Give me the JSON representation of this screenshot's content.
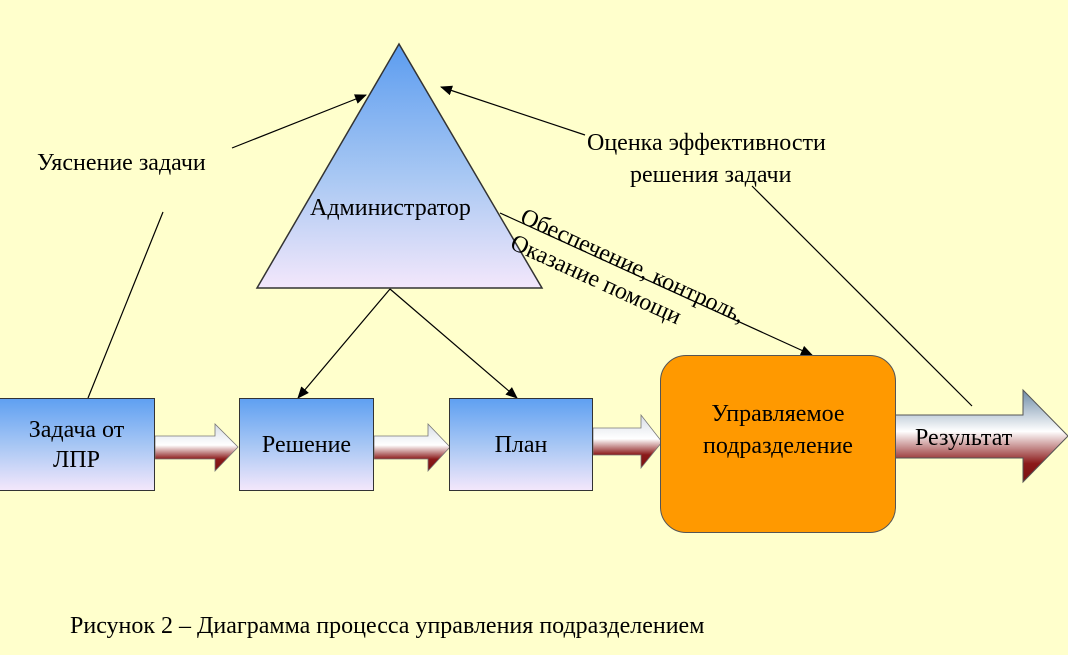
{
  "diagram": {
    "nodes": {
      "administrator": "Администратор",
      "task_from": "Задача от",
      "task_lpr": "ЛПР",
      "decision": "Решение",
      "plan": "План",
      "unit_line1": "Управляемое",
      "unit_line2": "подразделение",
      "result": "Результат"
    },
    "edge_labels": {
      "clarification": "Уяснение задачи",
      "evaluation_line1": "Оценка эффективности",
      "evaluation_line2": "решения задачи",
      "support_line1": "Обеспечение, контроль,",
      "support_line2": "Оказание помощи"
    },
    "caption": "Рисунок 2 – Диаграмма процесса управления подразделением"
  },
  "colors": {
    "background": "#ffffcc",
    "box_top": "#5fa0f2",
    "box_bottom": "#f3e7fb",
    "unit_fill": "#ff9900",
    "arrow_dark": "#8b1a1a"
  }
}
